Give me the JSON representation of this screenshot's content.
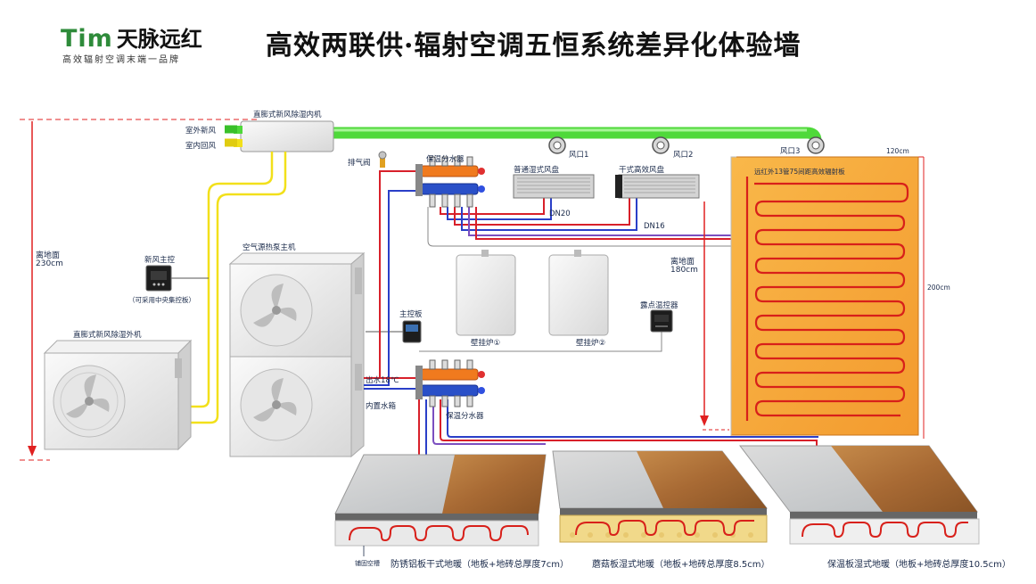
{
  "brand": {
    "logo_text": "Tim",
    "name": "天脉远红",
    "slogan": "高效辐射空调末端一品牌"
  },
  "title": "高效两联供·辐射空调五恒系统差异化体验墙",
  "left_dim": {
    "label": "离地面",
    "value": "230cm"
  },
  "indoor_unit": {
    "label": "直膨式新风除湿内机",
    "port_outdoor_air": "室外新风",
    "port_return_air": "室内回风"
  },
  "outdoor_unit_label": "直膨式新风除湿外机",
  "fresh_controller": {
    "label": "新风主控",
    "note": "（可采用中央集控板）"
  },
  "heat_pump_label": "空气源热泵主机",
  "main_board_label": "主控板",
  "vent_valve_label": "排气阀",
  "manifold_top_label": "保温分水器",
  "manifold_bottom_label": "保温分水器",
  "outlet_temp_label": "出水18℃",
  "tank_label": "内置水箱",
  "fan_coils": {
    "normal": "普通湿式风盘",
    "dry": "干式高效风盘"
  },
  "pipes": {
    "dn20": "DN20",
    "dn16": "DN16"
  },
  "air_outlets": [
    "风口1",
    "风口2",
    "风口3"
  ],
  "boilers": [
    "壁挂炉①",
    "壁挂炉②"
  ],
  "right_dim": {
    "label": "离地面",
    "value": "180cm"
  },
  "dew_controller_label": "露点温控器",
  "panel": {
    "label": "远红外13管75间距高效辐射板",
    "width": "120cm",
    "height": "200cm"
  },
  "floors": [
    "防锈铝板干式地暖（地板+地砖总厚度7cm）",
    "蘑菇板湿式地暖（地板+地砖总厚度8.5cm）",
    "保温板湿式地暖（地板+地砖总厚度10.5cm）"
  ],
  "floor1_sub_label": "铺固空槽",
  "colors": {
    "fresh_air_duct": "#4fd93a",
    "yellow_pipe": "#f2e01a",
    "supply_red": "#d8202a",
    "return_blue": "#2a3fc8",
    "manifold_orange": "#f07a1e",
    "panel_fill": "#f7a73a",
    "dim_red": "#e02020"
  }
}
